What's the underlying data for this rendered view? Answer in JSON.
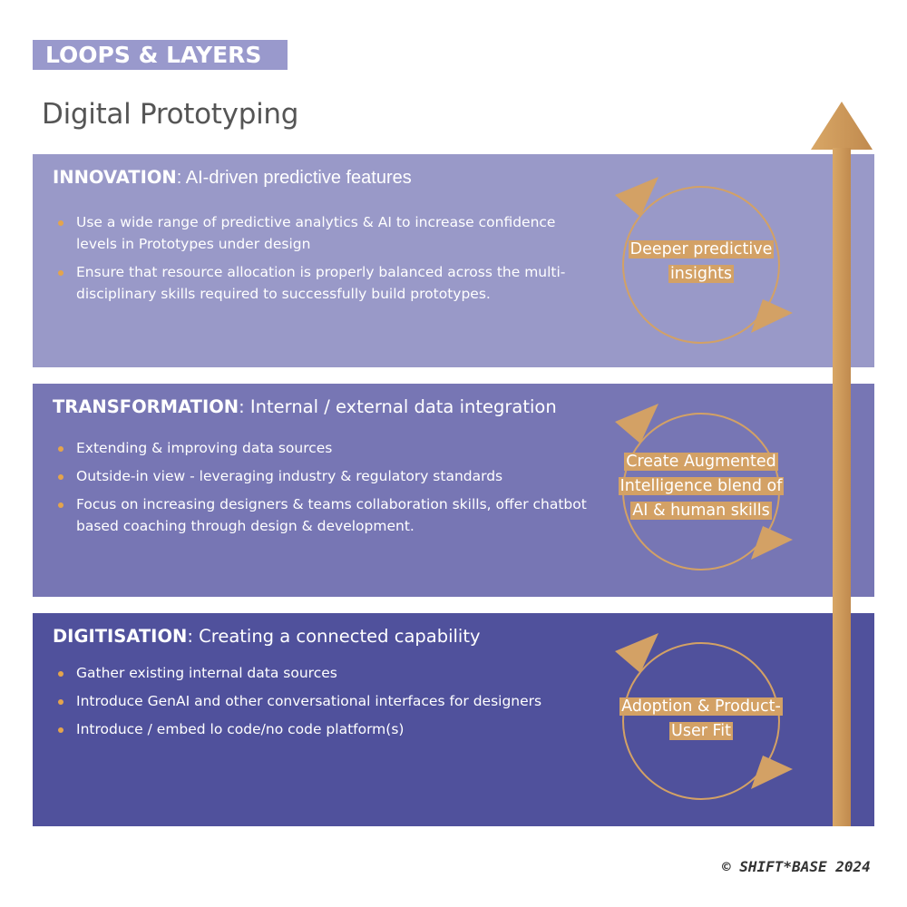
{
  "header": {
    "tag": "LOOPS & LAYERS",
    "title": "Digital Prototyping"
  },
  "layers": [
    {
      "keyword": "INNOVATION",
      "subtitle": ": AI-driven predictive features",
      "bullets": [
        "Use a wide range of predictive analytics & AI to increase confidence levels in Prototypes under design",
        "Ensure that resource allocation is properly balanced across the multi-disciplinary skills required to successfully build prototypes."
      ],
      "cycle_label": "Deeper predictive insights",
      "color": "#9999c8"
    },
    {
      "keyword": "TRANSFORMATION",
      "subtitle": ": Internal / external data integration",
      "bullets": [
        "Extending & improving data sources",
        "Outside-in view - leveraging industry & regulatory standards",
        "Focus on increasing designers & teams collaboration skills, offer chatbot based coaching through design & development."
      ],
      "cycle_label": "Create Augmented Intelligence blend of AI & human skills",
      "color": "#7776b4"
    },
    {
      "keyword": "DIGITISATION",
      "subtitle": ": Creating a connected capability",
      "bullets": [
        "Gather existing internal data sources",
        "Introduce GenAI and other conversational interfaces for designers",
        "Introduce / embed lo code/no code platform(s)"
      ],
      "cycle_label": "Adoption & Product-User Fit",
      "color": "#50519c"
    }
  ],
  "accent_color": "#d3a165",
  "bullet_color": "#e4a44c",
  "footer": {
    "copyright": "©  SHIFT*BASE 2024"
  },
  "icons": [
    "cycle-arrows-icon",
    "up-arrow-icon",
    "bullet-icon"
  ]
}
